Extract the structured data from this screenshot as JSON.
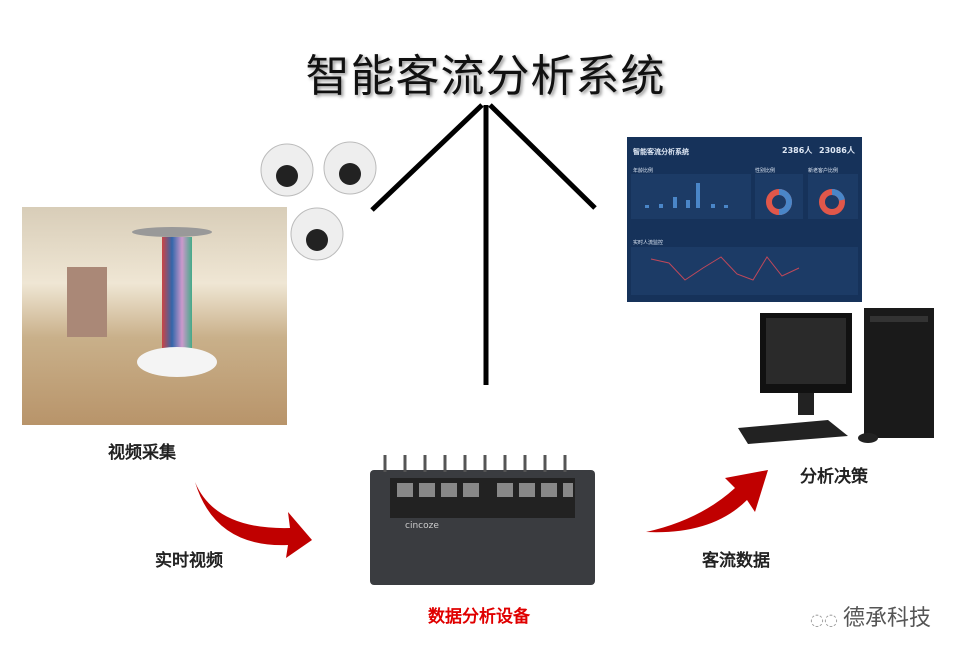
{
  "title": "智能客流分析系统",
  "labels": {
    "video_capture": "视频采集",
    "realtime_video": "实时视频",
    "device": "数据分析设备",
    "traffic_data": "客流数据",
    "decision": "分析决策"
  },
  "dashboard": {
    "title": "智能客流分析系统",
    "stat1": "2386人",
    "stat2": "23086人",
    "age": "年龄比例",
    "gender": "性别比例",
    "customer": "新老客户比例",
    "realtime": "实时人流监控"
  },
  "watermark": "德承科技",
  "device_brand": "cincoze",
  "colors": {
    "arrow": "#c00000",
    "device_label": "#e00000",
    "dashboard_bg": "#16325a"
  }
}
